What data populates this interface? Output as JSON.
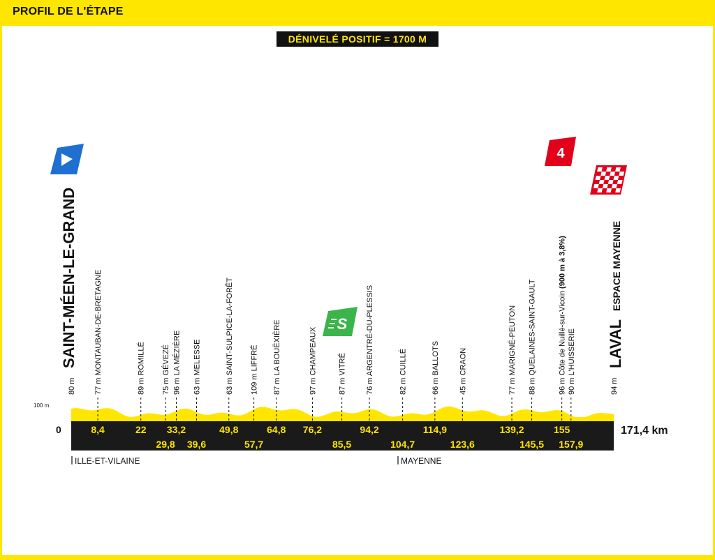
{
  "header": {
    "title": "PROFIL DE L'ÉTAPE"
  },
  "elevation_gain": "DÉNIVELÉ POSITIF = 1700 M",
  "axis": {
    "ref_label": "100 m",
    "zero_label": "0",
    "total_label": "171,4 km"
  },
  "start": {
    "name": "SAINT-MÉEN-LE-GRAND",
    "alt": "80 m"
  },
  "finish": {
    "name": "LAVAL",
    "sub": "ESPACE MAYENNE",
    "alt": "94 m"
  },
  "sprint": {
    "symbol": "S"
  },
  "climb": {
    "category": "4"
  },
  "regions": [
    "ILLE-ET-VILAINE",
    "MAYENNE"
  ],
  "colors": {
    "yellow": "#ffe600",
    "black": "#1a1a1a",
    "sprint_green": "#3bb54a",
    "climb_red": "#e2001a",
    "start_blue": "#1f6fd1"
  },
  "chart_data": {
    "type": "area",
    "xlim": [
      0,
      171.4
    ],
    "xlabel": "km",
    "ylabel": "",
    "waypoints": [
      {
        "km": 0,
        "km_label": "",
        "label": "80 m SAINT-MÉEN-LE-GRAND"
      },
      {
        "km": 8.4,
        "km_label": "8,4",
        "label": "77 m MONTAUBAN-DE-BRETAGNE"
      },
      {
        "km": 22,
        "km_label": "22",
        "label": "89 m ROMILLÉ"
      },
      {
        "km": 29.8,
        "km_label": "29,8",
        "label": "75 m GÉVEZÉ"
      },
      {
        "km": 33.2,
        "km_label": "33,2",
        "label": "96 m LA MÉZIÈRE"
      },
      {
        "km": 39.6,
        "km_label": "39,6",
        "label": "63 m MELESSE"
      },
      {
        "km": 49.8,
        "km_label": "49,8",
        "label": "63 m SAINT-SULPICE-LA-FORÊT"
      },
      {
        "km": 57.7,
        "km_label": "57,7",
        "label": "109 m LIFFRÉ"
      },
      {
        "km": 64.8,
        "km_label": "64,8",
        "label": "87 m LA BOUËXIÈRE"
      },
      {
        "km": 76.2,
        "km_label": "76,2",
        "label": "97 m CHAMPEAUX"
      },
      {
        "km": 85.5,
        "km_label": "85,5",
        "label": "87 m VITRÉ"
      },
      {
        "km": 94.2,
        "km_label": "94,2",
        "label": "76 m ARGENTRÉ-DU-PLESSIS"
      },
      {
        "km": 104.7,
        "km_label": "104,7",
        "label": "82 m CUILLÉ"
      },
      {
        "km": 114.9,
        "km_label": "114,9",
        "label": "66 m BALLOTS"
      },
      {
        "km": 123.6,
        "km_label": "123,6",
        "label": "45 m CRAON"
      },
      {
        "km": 139.2,
        "km_label": "139,2",
        "label": "77 m MARIGNÉ-PEUTON"
      },
      {
        "km": 145.5,
        "km_label": "145,5",
        "label": "88 m QUELAINES-SAINT-GAULT"
      },
      {
        "km": 155,
        "km_label": "155",
        "label": "96 m Côte de Nuillé-sur-Vicoin",
        "extra": "(900 m à 3,8%)"
      },
      {
        "km": 157.9,
        "km_label": "157,9",
        "label": "90 m L'HUISSERIE"
      },
      {
        "km": 171.4,
        "km_label": "",
        "label": "94 m LAVAL"
      }
    ]
  }
}
